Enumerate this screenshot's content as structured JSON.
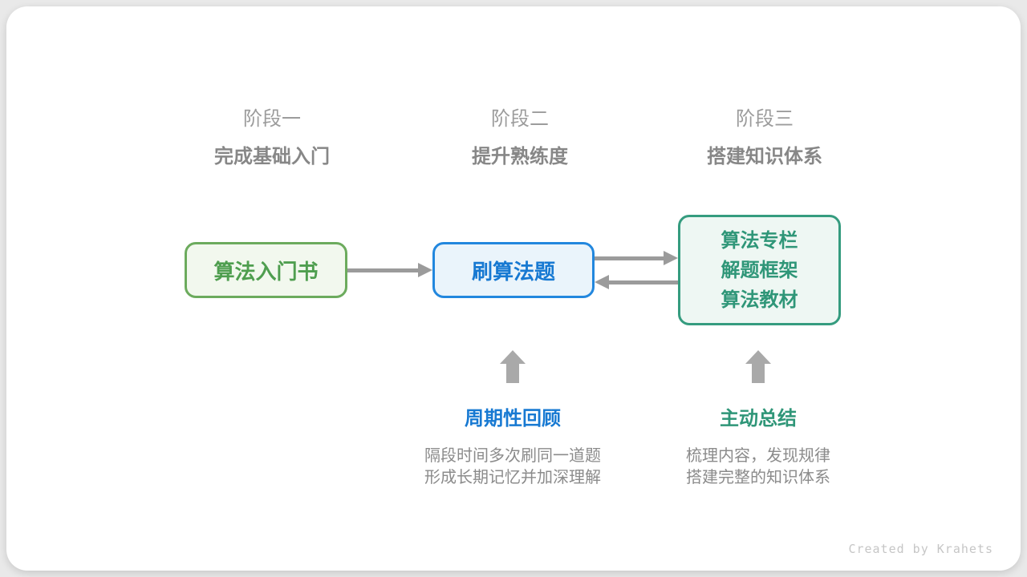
{
  "canvas": {
    "credit": "Created by Krahets"
  },
  "colors": {
    "background": "#e9e9e9",
    "card": "#ffffff",
    "green_text": "#4f9e4f",
    "green_border": "#6cab5d",
    "green_bg": "#f2f8ee",
    "blue_text": "#1779d2",
    "blue_border": "#2287de",
    "blue_bg": "#eaf4fb",
    "teal_text": "#2f9678",
    "teal_border": "#359c7f",
    "teal_bg": "#eef7f3",
    "arrow_gray": "#9b9b9b",
    "up_arrow_gray": "#a9a9a9",
    "stage_label_gray": "#9c9c9c",
    "stage_title_gray": "#878787",
    "desc_gray": "#8b8b8b"
  },
  "stages": [
    {
      "label": "阶段一",
      "title": "完成基础入门"
    },
    {
      "label": "阶段二",
      "title": "提升熟练度"
    },
    {
      "label": "阶段三",
      "title": "搭建知识体系"
    }
  ],
  "nodes": [
    {
      "label": "算法入门书"
    },
    {
      "label": "刷算法题"
    },
    {
      "lines": [
        "算法专栏",
        "解题框架",
        "算法教材"
      ]
    }
  ],
  "annotations": [
    {
      "title": "周期性回顾",
      "lines": [
        "隔段时间多次刷同一道题",
        "形成长期记忆并加深理解"
      ]
    },
    {
      "title": "主动总结",
      "lines": [
        "梳理内容，发现规律",
        "搭建完整的知识体系"
      ]
    }
  ]
}
